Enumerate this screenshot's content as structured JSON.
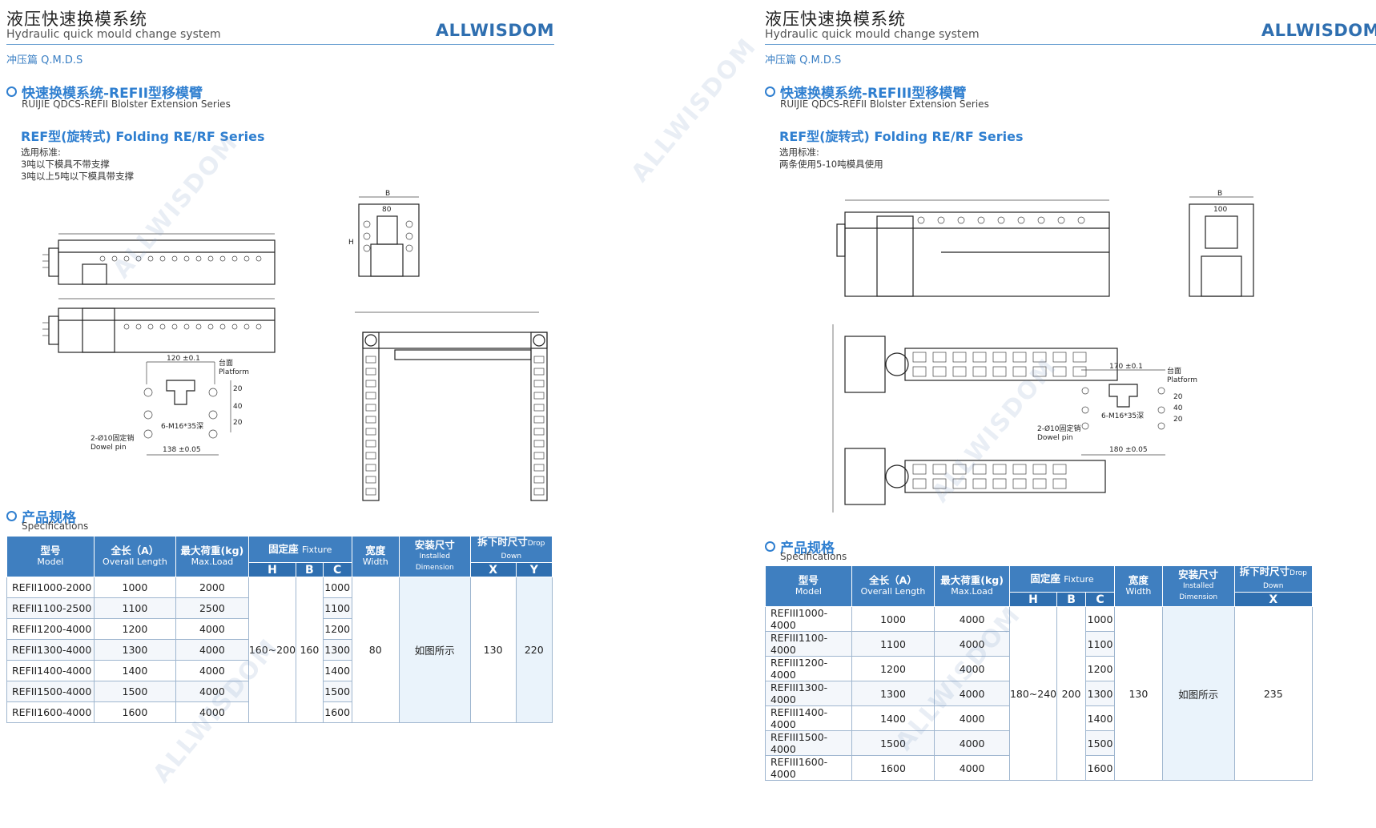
{
  "left": {
    "header": {
      "title_cn": "液压快速换模系统",
      "title_en": "Hydraulic quick mould change system",
      "brand": "ALLWISDOM",
      "sub": "冲压篇 Q.M.D.S"
    },
    "section": {
      "title_cn": "快速换模系统-REFII型移模臂",
      "title_en": "RUIJIE QDCS-REFII Blolster Extension Series",
      "series": "REF型(旋转式) Folding RE/RF Series",
      "notes": [
        "选用标准:",
        "3吨以下模具不带支撑",
        "3吨以上5吨以下模具带支撑"
      ]
    },
    "drawing": {
      "dim1": "120 ±0.1",
      "dim2": "138 ±0.05",
      "platform_cn": "台面",
      "platform_en": "Platform",
      "bolt": "6-M16*35深",
      "dowel_cn": "2-Ø10固定销",
      "dowel_en": "Dowel pin",
      "d20a": "20",
      "d40": "40",
      "d20b": "20",
      "b_label": "B",
      "h_label": "H",
      "c_label": "80"
    },
    "spec": {
      "title_cn": "产品规格",
      "title_en": "Specifications",
      "headers": {
        "model_cn": "型号",
        "model_en": "Model",
        "length_cn": "全长（A）",
        "length_en": "Overall Length",
        "load_cn": "最大荷重(kg)",
        "load_en": "Max.Load",
        "fixture_cn": "固定座",
        "fixture_en": "Fixture",
        "h": "H",
        "b": "B",
        "c": "C",
        "width_cn": "宽度",
        "width_en": "Width",
        "install_cn": "安装尺寸",
        "install_en": "Installed Dimension",
        "drop_cn": "拆下时尺寸",
        "drop_en": "Drop Down",
        "x": "X",
        "y": "Y"
      },
      "rows": [
        {
          "model": "REFII1000-2000",
          "length": "1000",
          "load": "2000",
          "c": "1000"
        },
        {
          "model": "REFII1100-2500",
          "length": "1100",
          "load": "2500",
          "c": "1100"
        },
        {
          "model": "REFII1200-4000",
          "length": "1200",
          "load": "4000",
          "c": "1200"
        },
        {
          "model": "REFII1300-4000",
          "length": "1300",
          "load": "4000",
          "c": "1300"
        },
        {
          "model": "REFII1400-4000",
          "length": "1400",
          "load": "4000",
          "c": "1400"
        },
        {
          "model": "REFII1500-4000",
          "length": "1500",
          "load": "4000",
          "c": "1500"
        },
        {
          "model": "REFII1600-4000",
          "length": "1600",
          "load": "4000",
          "c": "1600"
        }
      ],
      "merged": {
        "h": "160~200",
        "b": "160",
        "width": "80",
        "install": "如图所示",
        "x": "130",
        "y": "220"
      }
    }
  },
  "right": {
    "header": {
      "title_cn": "液压快速换模系统",
      "title_en": "Hydraulic quick mould change system",
      "brand": "ALLWISDOM",
      "sub": "冲压篇 Q.M.D.S"
    },
    "section": {
      "title_cn": "快速换模系统-REFIII型移模臂",
      "title_en": "RUIJIE QDCS-REFII Blolster Extension Series",
      "series": "REF型(旋转式) Folding RE/RF Series",
      "notes": [
        "选用标准:",
        "两条使用5-10吨模具使用"
      ]
    },
    "drawing": {
      "dim1": "170 ±0.1",
      "dim2": "180 ±0.05",
      "platform_cn": "台面",
      "platform_en": "Platform",
      "bolt": "6-M16*35深",
      "dowel_cn": "2-Ø10固定销",
      "dowel_en": "Dowel pin",
      "d20a": "20",
      "d40": "40",
      "d20b": "20",
      "b_label": "B",
      "c_label": "100"
    },
    "spec": {
      "title_cn": "产品规格",
      "title_en": "Specifications",
      "headers": {
        "model_cn": "型号",
        "model_en": "Model",
        "length_cn": "全长（A）",
        "length_en": "Overall Length",
        "load_cn": "最大荷重(kg)",
        "load_en": "Max.Load",
        "fixture_cn": "固定座",
        "fixture_en": "Fixture",
        "h": "H",
        "b": "B",
        "c": "C",
        "width_cn": "宽度",
        "width_en": "Width",
        "install_cn": "安装尺寸",
        "install_en": "Installed Dimension",
        "drop_cn": "拆下时尺寸",
        "drop_en": "Drop Down",
        "x": "X"
      },
      "rows": [
        {
          "model": "REFIII1000-4000",
          "length": "1000",
          "load": "4000",
          "c": "1000"
        },
        {
          "model": "REFIII1100-4000",
          "length": "1100",
          "load": "4000",
          "c": "1100"
        },
        {
          "model": "REFIII1200-4000",
          "length": "1200",
          "load": "4000",
          "c": "1200"
        },
        {
          "model": "REFIII1300-4000",
          "length": "1300",
          "load": "4000",
          "c": "1300"
        },
        {
          "model": "REFIII1400-4000",
          "length": "1400",
          "load": "4000",
          "c": "1400"
        },
        {
          "model": "REFIII1500-4000",
          "length": "1500",
          "load": "4000",
          "c": "1500"
        },
        {
          "model": "REFIII1600-4000",
          "length": "1600",
          "load": "4000",
          "c": "1600"
        }
      ],
      "merged": {
        "h": "180~240",
        "b": "200",
        "width": "130",
        "install": "如图所示",
        "x": "235"
      }
    }
  },
  "watermark": "ALLWISDOM"
}
